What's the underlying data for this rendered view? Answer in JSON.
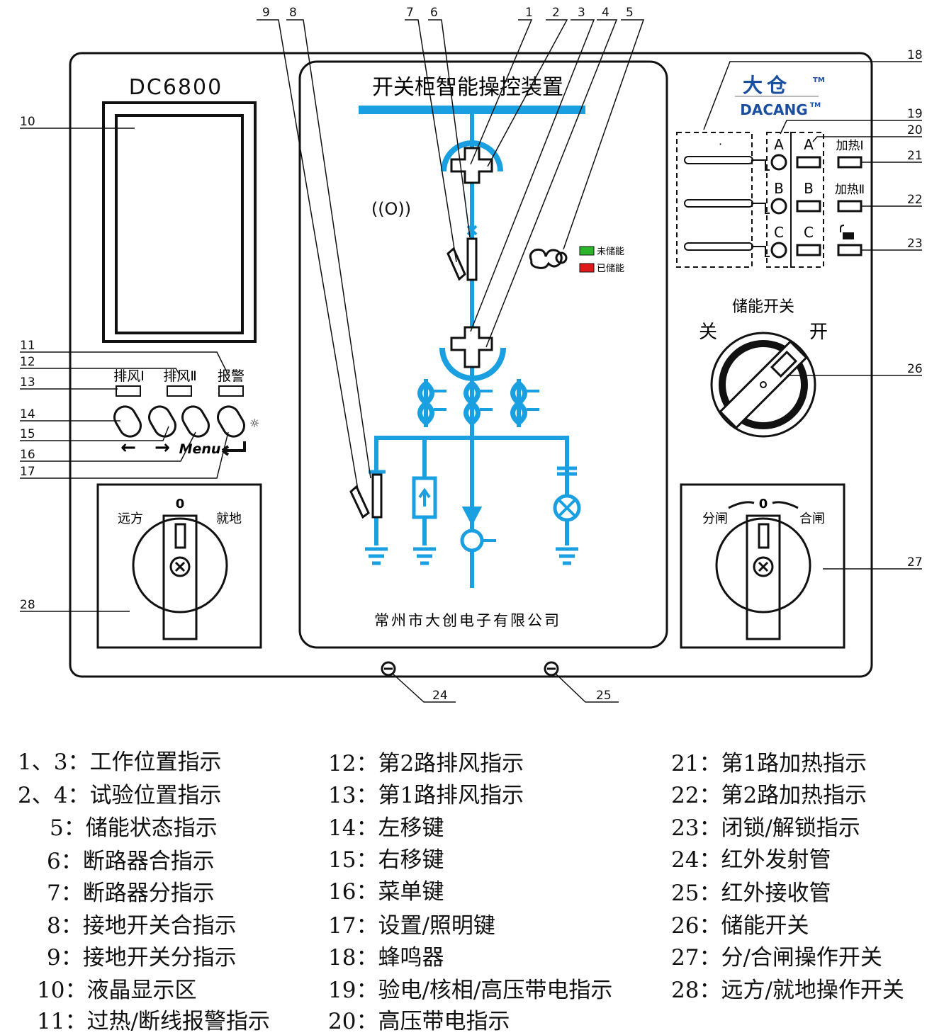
{
  "device": {
    "model": "DC6800",
    "title": "开关柜智能操控装置",
    "company": "常州市大创电子有限公司",
    "brand_cn": "大仓",
    "brand_tm": "TM",
    "brand_en": "DACANG",
    "brand_en_tm": "TM"
  },
  "indicators": {
    "exhaust1": "排风Ⅰ",
    "exhaust2": "排风Ⅱ",
    "alarm": "报警",
    "storage_not": "未储能",
    "storage_done": "已储能",
    "heat1": "加热Ⅰ",
    "heat2": "加热Ⅱ",
    "phases": [
      "A",
      "B",
      "C"
    ]
  },
  "buttons": {
    "menu": "Menu",
    "left_arrow": "←",
    "right_arrow": "→"
  },
  "switches": {
    "storage_title": "储能开关",
    "storage_off": "关",
    "storage_on": "开",
    "remote_local_zero": "0",
    "remote": "远方",
    "local": "就地",
    "open_close_zero": "0",
    "open": "分闸",
    "close": "合闸"
  },
  "callouts": [
    "1",
    "2",
    "3",
    "4",
    "5",
    "6",
    "7",
    "8",
    "9",
    "10",
    "11",
    "12",
    "13",
    "14",
    "15",
    "16",
    "17",
    "18",
    "19",
    "20",
    "21",
    "22",
    "23",
    "24",
    "25",
    "26",
    "27",
    "28"
  ],
  "legend": {
    "col1": [
      "1、3：工作位置指示",
      "2、4：试验位置指示",
      "5：储能状态指示",
      "6：断路器合指示",
      "7：断路器分指示",
      "8：接地开关合指示",
      "9：接地开关分指示",
      "10：液晶显示区",
      "11：过热/断线报警指示"
    ],
    "col2": [
      "12：第2路排风指示",
      "13：第1路排风指示",
      "14：左移键",
      "15：右移键",
      "16：菜单键",
      "17：设置/照明键",
      "18：蜂鸣器",
      "19：验电/核相/高压带电指示",
      "20：高压带电指示"
    ],
    "col3": [
      "21：第1路加热指示",
      "22：第2路加热指示",
      "23：闭锁/解锁指示",
      "24：红外发射管",
      "25：红外接收管",
      "26：储能开关",
      "27：分/合闸操作开关",
      "28：远方/就地操作开关"
    ]
  },
  "colors": {
    "line_blue": "#1a9fe0",
    "green": "#2bb52b",
    "red": "#e01a1a"
  }
}
